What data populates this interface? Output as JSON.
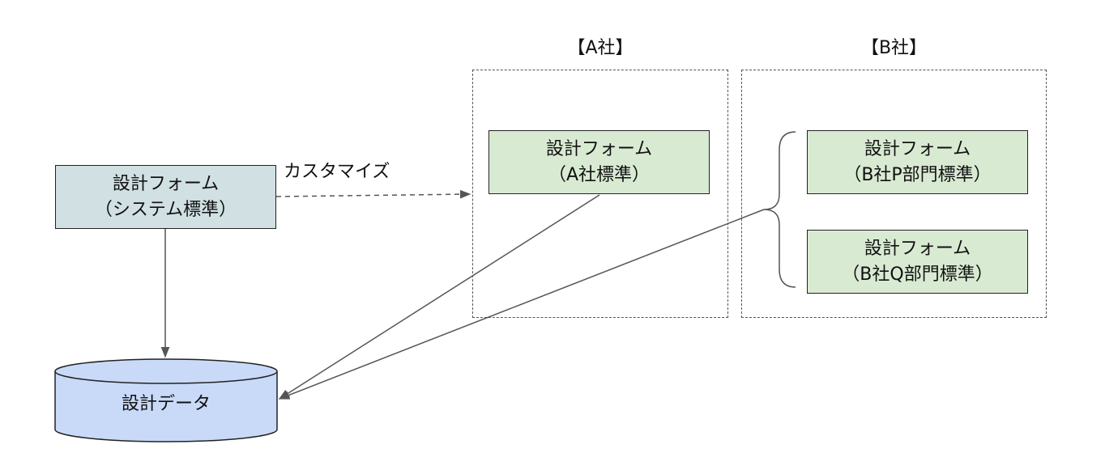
{
  "system_form": {
    "line1": "設計フォーム",
    "line2": "（システム標準）"
  },
  "customize_label": "カスタマイズ",
  "company_a": {
    "title": "【A社】",
    "form": {
      "line1": "設計フォーム",
      "line2": "（A社標準）"
    }
  },
  "company_b": {
    "title": "【B社】",
    "form_p": {
      "line1": "設計フォーム",
      "line2": "（B社P部門標準）"
    },
    "form_q": {
      "line1": "設計フォーム",
      "line2": "（B社Q部門標準）"
    }
  },
  "database": {
    "label": "設計データ"
  },
  "colors": {
    "system_box": "#d0e0e3",
    "company_box": "#d9ead3",
    "database": "#c9daf8",
    "line": "#555555"
  }
}
